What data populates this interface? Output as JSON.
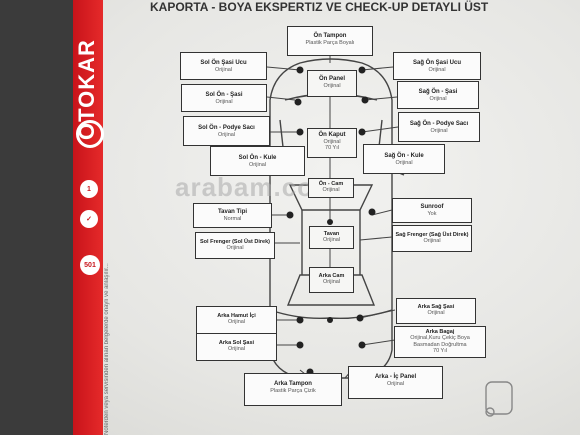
{
  "header": {
    "title": "KAPORTA - BOYA EKSPERTIZ VE CHECK-UP DETAYLI ÜST"
  },
  "brand": {
    "text": "OTOKAR",
    "badge_501": "501",
    "badge_sub": "1"
  },
  "side_text": "Noterden veya servisinden alınan belgelerde onaylı ve anlaşılır...",
  "watermark": "arabam.com",
  "parts": {
    "on_tampon": {
      "title": "Ön Tampon",
      "status": "Plastik Parça Boyalı"
    },
    "sol_on_sasi_ucu": {
      "title": "Sol Ön Şasi Ucu",
      "status": "Orijinal"
    },
    "sag_on_sasi_ucu": {
      "title": "Sağ Ön Şasi Ucu",
      "status": "Orijinal"
    },
    "on_panel": {
      "title": "Ön Panel",
      "status": "Orijinal"
    },
    "sol_on_sasi": {
      "title": "Sol Ön - Şasi",
      "status": "Orijinal"
    },
    "sag_on_sasi": {
      "title": "Sağ Ön - Şasi",
      "status": "Orijinal"
    },
    "sol_on_podye": {
      "title": "Sol Ön - Podye Sacı",
      "status": "Orijinal"
    },
    "sag_on_podye": {
      "title": "Sağ Ön - Podye Sacı",
      "status": "Orijinal"
    },
    "on_kaput": {
      "title": "Ön Kaput",
      "status": "Orijinal",
      "extra": "70 Yıl"
    },
    "sol_on_kule": {
      "title": "Sol Ön - Kule",
      "status": "Orijinal"
    },
    "sag_on_kule": {
      "title": "Sağ Ön - Kule",
      "status": "Orijinal"
    },
    "on_cam": {
      "title": "Ön - Cam",
      "status": "Orijinal"
    },
    "tavan_tipi": {
      "title": "Tavan Tipi",
      "status": "Normal"
    },
    "sunroof": {
      "title": "Sunroof",
      "status": "Yok"
    },
    "tavan": {
      "title": "Tavan",
      "status": "Orijinal"
    },
    "sol_frenger": {
      "title": "Sol Frenger (Sol Üst Direk)",
      "status": "Orijinal"
    },
    "sag_frenger": {
      "title": "Sağ Frenger (Sağ Üst Direk)",
      "status": "Orijinal"
    },
    "arka_cam": {
      "title": "Arka Cam",
      "status": "Orijinal"
    },
    "arka_hamut": {
      "title": "Arka Hamut İçi",
      "status": "Orijinal"
    },
    "arka_sag_sasi": {
      "title": "Arka Sağ Şasi",
      "status": "Orijinal"
    },
    "arka_bagaj": {
      "title": "Arka Bagaj",
      "status": "Orijinal,Kuru Çekiç Boya",
      "extra": "Basmadan Doğrultma",
      "extra2": "70 Yıl"
    },
    "arka_sol_sasi": {
      "title": "Arka Sol Şasi",
      "status": "Orijinal"
    },
    "arka_tampon": {
      "title": "Arka Tampon",
      "status": "Plastik Parça Çizik"
    },
    "arka_ic_panel": {
      "title": "Arka - İç Panel",
      "status": "Orijinal"
    }
  },
  "colors": {
    "brand_red": "#d81f1f",
    "ink": "#333333",
    "paper": "#efefec"
  }
}
